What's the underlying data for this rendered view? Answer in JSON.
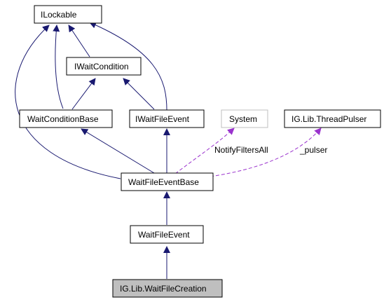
{
  "colors": {
    "inheritance_edge": "#191970",
    "usage_edge": "#9a32cd",
    "node_border": "#000000",
    "external_node_border": "#bfbfbf",
    "focus_node_fill": "#bfbfbf"
  },
  "nodes": {
    "ilockable": "ILockable",
    "iwaitcondition": "IWaitCondition",
    "waitconditionbase": "WaitConditionBase",
    "iwaitfileevent": "IWaitFileEvent",
    "system": "System",
    "threadpulser": "IG.Lib.ThreadPulser",
    "waitfileeventbase": "WaitFileEventBase",
    "waitfileevent": "WaitFileEvent",
    "waitfilecreation": "IG.Lib.WaitFileCreation"
  },
  "edge_labels": {
    "system_to_base": "NotifyFiltersAll",
    "pulser_to_base": "_pulser"
  }
}
